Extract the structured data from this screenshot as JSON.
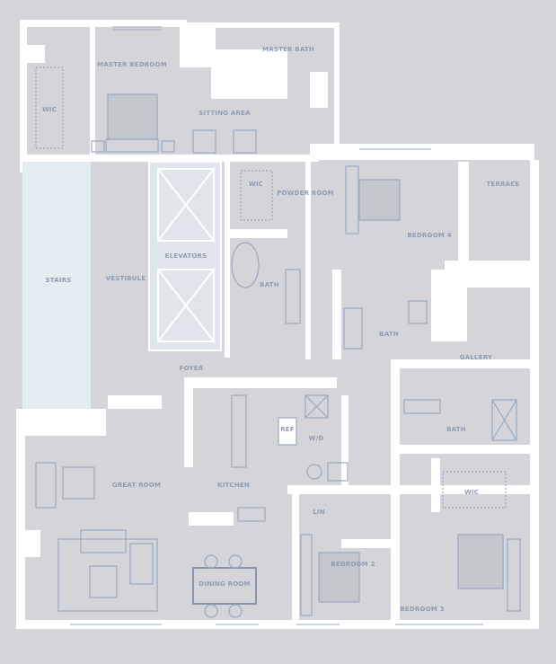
{
  "plan": {
    "colors": {
      "background": "#d5d5d9",
      "wall": "#ffffff",
      "stairs_fill": "#e4ecf1",
      "furniture_line": "#9aa8c0",
      "bed_fill": "#c3c7cc"
    },
    "rooms": [
      {
        "id": "master-bedroom",
        "label": "MASTER BEDROOM"
      },
      {
        "id": "sitting-area",
        "label": "SITTING AREA"
      },
      {
        "id": "wic-master",
        "label": "WIC"
      },
      {
        "id": "master-bath",
        "label": "MASTER BATH"
      },
      {
        "id": "stairs",
        "label": "STAIRS"
      },
      {
        "id": "corridor",
        "label": "VESTIBULE"
      },
      {
        "id": "elevators",
        "label": "ELEVATORS"
      },
      {
        "id": "wic-2",
        "label": "WIC"
      },
      {
        "id": "powder",
        "label": "POWDER ROOM"
      },
      {
        "id": "bath-1",
        "label": "BATH"
      },
      {
        "id": "bedroom-4",
        "label": "BEDROOM 4"
      },
      {
        "id": "terrace",
        "label": "TERRACE"
      },
      {
        "id": "bath-2",
        "label": "BATH"
      },
      {
        "id": "foyer",
        "label": "FOYER"
      },
      {
        "id": "gallery",
        "label": "GALLERY"
      },
      {
        "id": "ref",
        "label": "REF"
      },
      {
        "id": "wd",
        "label": "W/D"
      },
      {
        "id": "bath-3",
        "label": "BATH"
      },
      {
        "id": "wic-3",
        "label": "WIC"
      },
      {
        "id": "great-room",
        "label": "GREAT ROOM"
      },
      {
        "id": "kitchen",
        "label": "KITCHEN"
      },
      {
        "id": "dining-room",
        "label": "DINING ROOM"
      },
      {
        "id": "linen",
        "label": "LIN"
      },
      {
        "id": "bedroom-2",
        "label": "BEDROOM 2"
      },
      {
        "id": "bedroom-3",
        "label": "BEDROOM 3"
      }
    ]
  }
}
